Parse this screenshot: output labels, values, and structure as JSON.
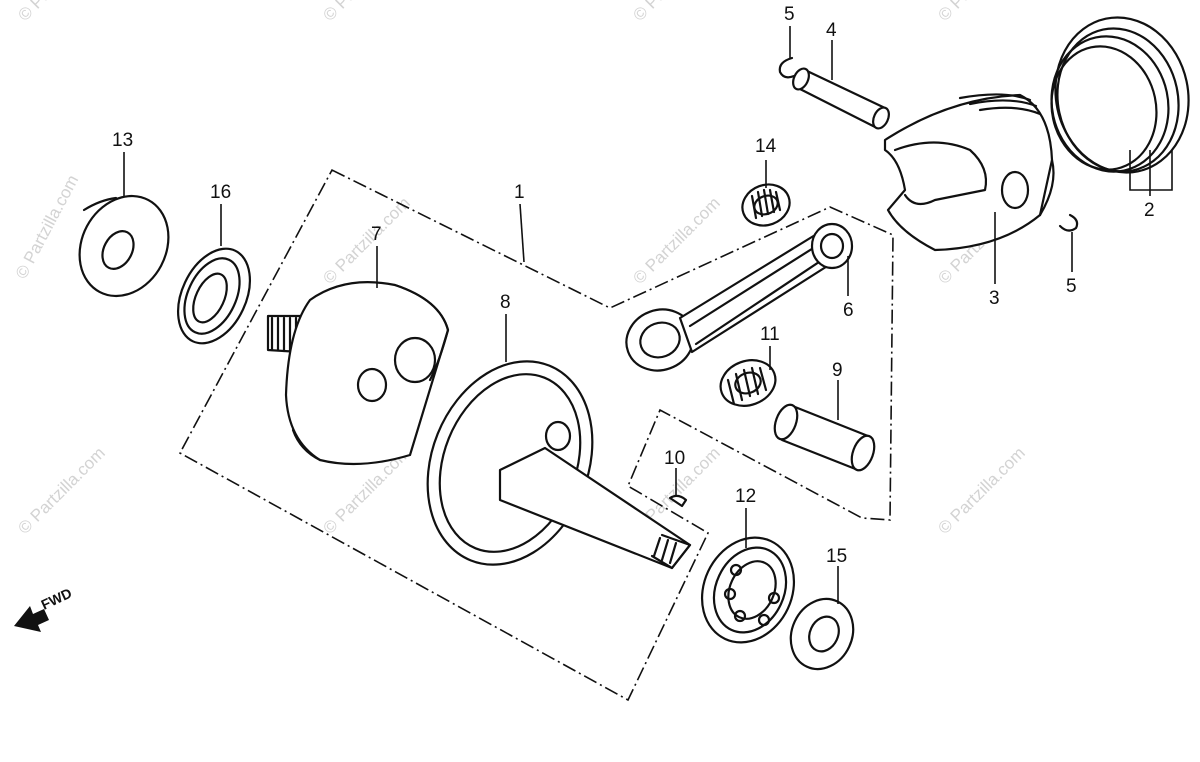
{
  "watermark": "© Partzilla.com",
  "fwd_label": "FWD",
  "callouts": {
    "c1": "1",
    "c2": "2",
    "c3": "3",
    "c4": "4",
    "c5a": "5",
    "c5b": "5",
    "c6": "6",
    "c7": "7",
    "c8": "8",
    "c9": "9",
    "c10": "10",
    "c11": "11",
    "c12": "12",
    "c13": "13",
    "c14": "14",
    "c15": "15",
    "c16": "16"
  }
}
